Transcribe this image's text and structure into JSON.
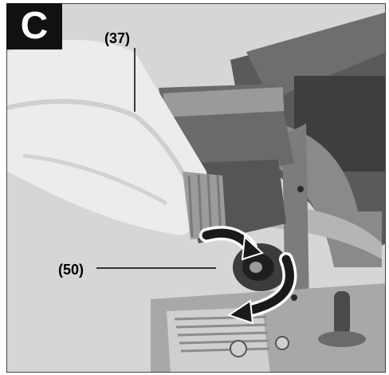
{
  "figure": {
    "section_letter": "C",
    "callouts": [
      {
        "id": "37",
        "label": "(37)"
      },
      {
        "id": "50",
        "label": "(50)"
      }
    ]
  },
  "colors": {
    "badge_background": "#111111",
    "badge_text": "#ffffff",
    "arrow": "#1a1a1a",
    "machine_dark": "#4a4a4a",
    "machine_mid": "#7a7a7a",
    "hose_light": "#e8e8e8"
  },
  "icons": {
    "rotate_arrow_upper": "curved-arrow-icon",
    "rotate_arrow_lower": "curved-arrow-icon"
  }
}
